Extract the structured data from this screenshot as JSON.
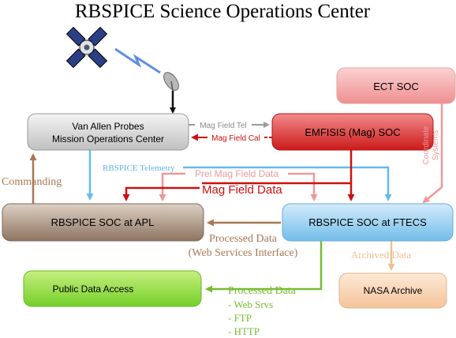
{
  "title": "RBSPICE Science Operations Center",
  "boxes": {
    "ect_soc": "ECT SOC",
    "van_allen_line1": "Van Allen Probes",
    "van_allen_line2": "Mission Operations Center",
    "emfisis": "EMFISIS (Mag) SOC",
    "soc_apl": "RBSPICE SOC at APL",
    "soc_ftecs": "RBSPICE SOC at FTECS",
    "public_data": "Public Data Access",
    "nasa_archive": "NASA Archive"
  },
  "labels": {
    "mag_field_tel": "Mag Field Tel",
    "mag_field_cal": "Mag Field Cal",
    "rbspice_telemetry": "RBSPICE Telemetry",
    "prel_mag_field_data": "Prel Mag Field Data",
    "mag_field_data": "Mag Field Data",
    "commanding": "Commanding",
    "coordinate": "Coordinate",
    "systems": "Systems",
    "processed_data_1": "Processed Data",
    "web_services_interface": "(Web Services Interface)",
    "archived_data": "Archived Data",
    "processed_data_2": "Processed Data",
    "web_srvs": "- Web Srvs",
    "ftp": "- FTP",
    "http": "- HTTP"
  },
  "colors": {
    "gray_arrow": "#9a9a9a",
    "red_arrow": "#cc1111",
    "pink_arrow": "#ee9999",
    "blue_arrow": "#66bbee",
    "brown_arrow": "#aa7755",
    "tan_arrow": "#f0c090",
    "green_arrow": "#77bb33"
  }
}
